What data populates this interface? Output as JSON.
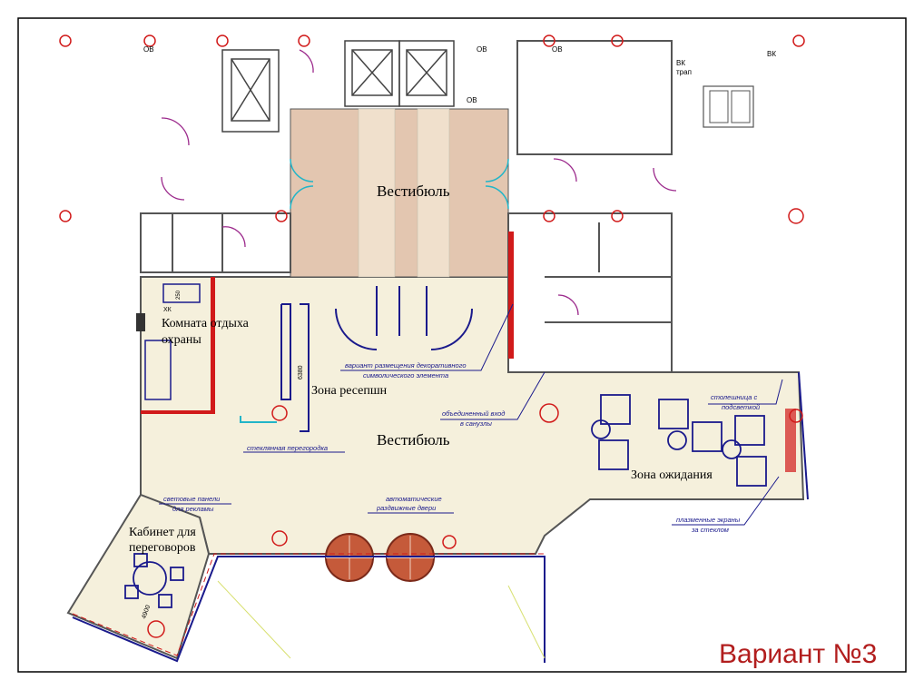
{
  "rooms": {
    "lobby_upper": "Вестибюль",
    "lobby_lower": "Вестибюль",
    "guard_room_line1": "Комната отдыха",
    "guard_room_line2": "охраны",
    "reception": "Зона ресепшн",
    "waiting": "Зона ожидания",
    "meeting_line1": "Кабинет для",
    "meeting_line2": "переговоров"
  },
  "notes": {
    "decor_line1": "вариант размещения декоративного",
    "decor_line2": "символического элемента",
    "glass_partition": "стеклянная перегородка",
    "combined_entry_line1": "объединенный вход",
    "combined_entry_line2": "в санузлы",
    "counter_line1": "столешница с",
    "counter_line2": "подсветкой",
    "light_panels_line1": "световые панели",
    "light_panels_line2": "для рекламы",
    "auto_doors_line1": "автоматические",
    "auto_doors_line2": "раздвижные двери",
    "plasma_line1": "плазменные экраны",
    "plasma_line2": "за стеклом"
  },
  "tags": {
    "ov1": "ОВ",
    "ov2": "ОВ",
    "ov3": "ОВ",
    "ov4": "ОВ",
    "vk1": "ВК",
    "vk2": "ВК",
    "trap": "трап",
    "xk": "ХК",
    "dim_6380": "6380",
    "dim_4900": "4900",
    "dim_250": "250"
  },
  "variant_label": "Вариант №3",
  "colors": {
    "lobby_floor": "#f5f0dc",
    "upper_lobby_floor": "#e3c6b0",
    "wall": "#555555",
    "red_accent": "#d11a1a",
    "blue_annotation": "#1a1a8c",
    "magenta_door": "#9c2a8c",
    "cyan_glass": "#22b5c8",
    "variant_text": "#b21e1e"
  }
}
